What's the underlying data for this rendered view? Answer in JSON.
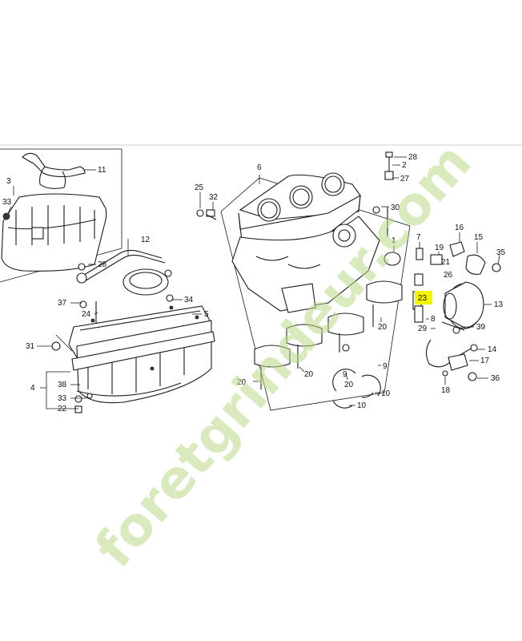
{
  "callouts": {
    "c1": "1",
    "c2": "2",
    "c3": "3",
    "c4": "4",
    "c5": "5",
    "c6": "6",
    "c7": "7",
    "c8": "8",
    "c9a": "9",
    "c9b": "9",
    "c10a": "10",
    "c10b": "10",
    "c11": "11",
    "c12": "12",
    "c13": "13",
    "c14": "14",
    "c15": "15",
    "c16": "16",
    "c17": "17",
    "c18": "18",
    "c19": "19",
    "c20a": "20",
    "c20b": "20",
    "c20c": "20",
    "c20d": "20",
    "c21": "21",
    "c22": "22",
    "c23": "23",
    "c24": "24",
    "c25": "25",
    "c26": "26",
    "c27": "27",
    "c28a": "28",
    "c28b": "28",
    "c29": "29",
    "c30": "30",
    "c31": "31",
    "c32": "32",
    "c33a": "33",
    "c33b": "33",
    "c34": "34",
    "c35": "35",
    "c36": "36",
    "c37": "37",
    "c38": "38",
    "c39": "39"
  },
  "watermark": "foretgrindeur.com",
  "colors": {
    "line": "#1a1a1a",
    "watermark": "#b9d98a",
    "highlight": "#f2f500"
  }
}
